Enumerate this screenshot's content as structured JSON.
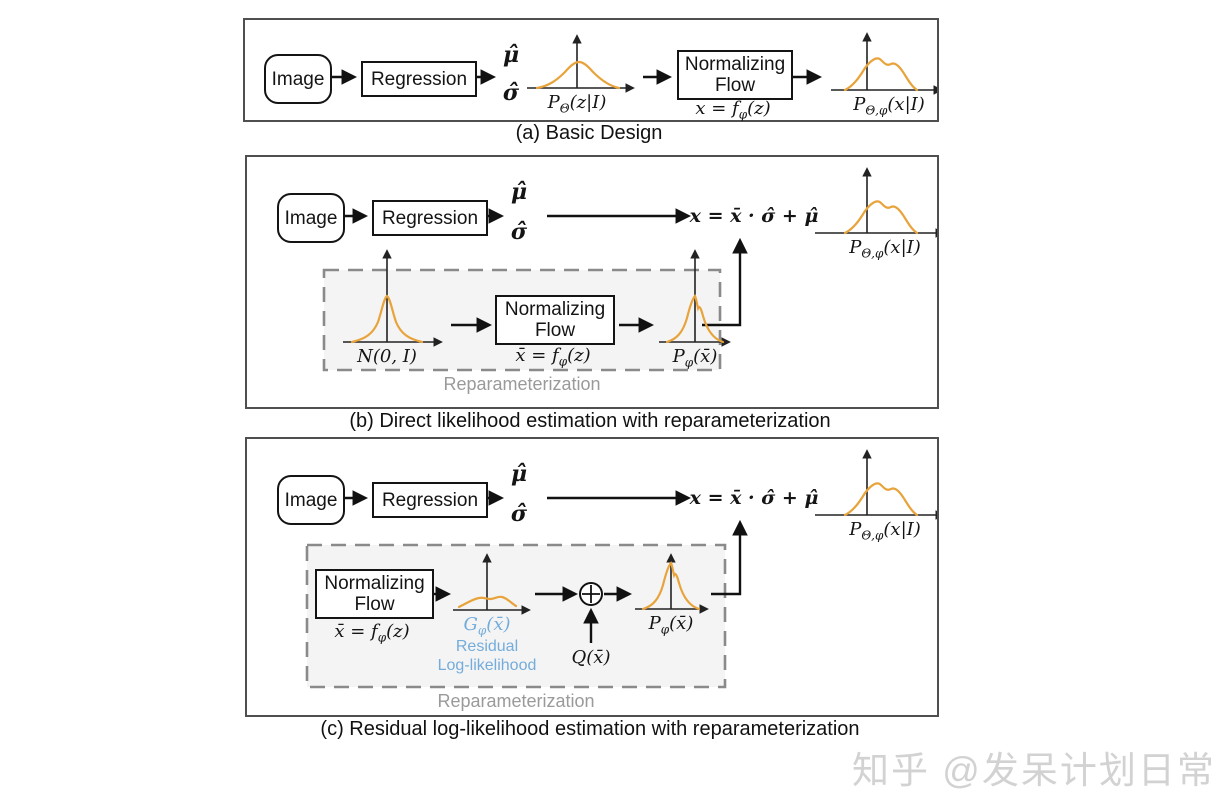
{
  "colors": {
    "curve_orange": "#E8A33B",
    "residual_blue": "#74ACDB",
    "panel_border": "#4f4f4f",
    "dashed_border": "#8a8a8a",
    "dashed_fill": "#f4f4f4",
    "gray_label": "#9a9a9a",
    "watermark_gray": "#d2d2d2"
  },
  "watermark": {
    "text": "知乎 @发呆计划日常"
  },
  "panels": {
    "a": {
      "caption": "(a) Basic Design",
      "image_label": "Image",
      "regression_label": "Regression",
      "mu": "μ̂",
      "sigma": "σ̂",
      "pz": {
        "base": "P",
        "sub": "Θ",
        "args": "(z|I)"
      },
      "nf_line1": "Normalizing",
      "nf_line2": "Flow",
      "nf_eq": {
        "pre": "x = f",
        "sub": "φ",
        "args": "(z)"
      },
      "px": {
        "base": "P",
        "sub": "Θ,φ",
        "args": "(x|I)"
      }
    },
    "b": {
      "caption": "(b) Direct likelihood estimation with reparameterization",
      "image_label": "Image",
      "regression_label": "Regression",
      "mu": "μ̂",
      "sigma": "σ̂",
      "equation": "x = x̄ · σ̂ + μ̂",
      "px": {
        "base": "P",
        "sub": "Θ,φ",
        "args": "(x|I)"
      },
      "prior": {
        "base": "N",
        "sub": "",
        "args": "(0, I)"
      },
      "nf_line1": "Normalizing",
      "nf_line2": "Flow",
      "nf_eq": {
        "pre": "x̄ = f",
        "sub": "φ",
        "args": "(z)"
      },
      "pxbar": {
        "base": "P",
        "sub": "φ",
        "args": "(x̄)"
      },
      "reparam_label": "Reparameterization"
    },
    "c": {
      "caption": "(c) Residual log-likelihood estimation with reparameterization",
      "image_label": "Image",
      "regression_label": "Regression",
      "mu": "μ̂",
      "sigma": "σ̂",
      "equation": "x = x̄ · σ̂ + μ̂",
      "px": {
        "base": "P",
        "sub": "Θ,φ",
        "args": "(x|I)"
      },
      "nf_line1": "Normalizing",
      "nf_line2": "Flow",
      "nf_eq": {
        "pre": "x̄ = f",
        "sub": "φ",
        "args": "(z)"
      },
      "g": {
        "base": "G",
        "sub": "φ",
        "args": "(x̄)"
      },
      "residual_line1": "Residual",
      "residual_line2": "Log-likelihood",
      "q": {
        "base": "Q",
        "sub": "",
        "args": "(x̄)"
      },
      "pxbar": {
        "base": "P",
        "sub": "φ",
        "args": "(x̄)"
      },
      "reparam_label": "Reparameterization"
    }
  }
}
